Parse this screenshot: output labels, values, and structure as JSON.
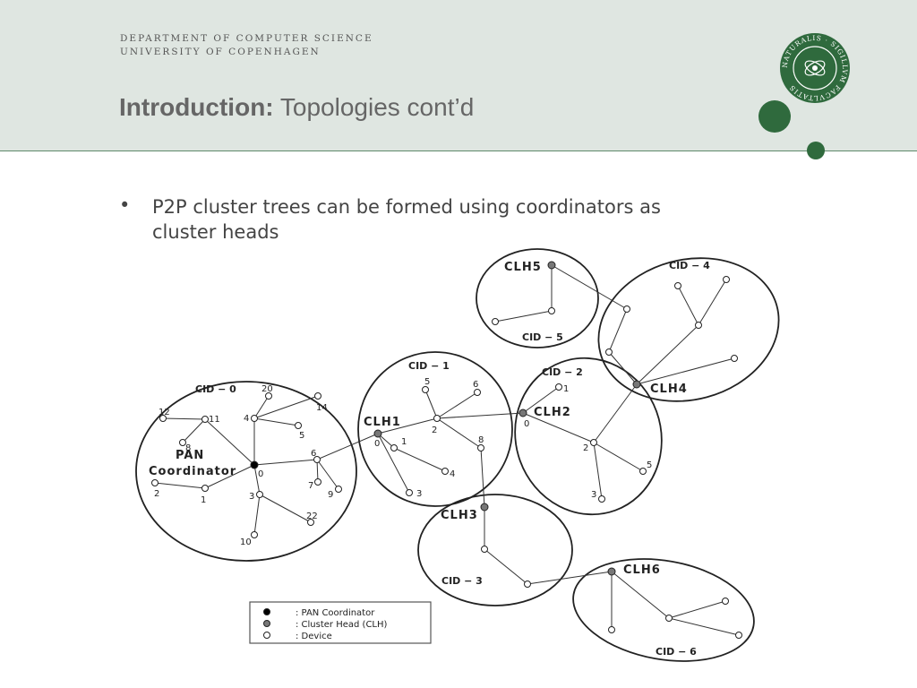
{
  "header": {
    "dept_line1": "DEPARTMENT OF COMPUTER SCIENCE",
    "dept_line2": "UNIVERSITY OF COPENHAGEN",
    "title_bold": "Introduction:",
    "title_rest": "Topologies cont’d",
    "seal_text": "NATURALIS · SIGILLVM FACVLTATIS"
  },
  "bullet": {
    "marker": "•",
    "text": "P2P cluster trees can be formed using coordinators as cluster heads"
  },
  "diagram": {
    "clusters": {
      "c0": "CID − 0",
      "c1": "CID − 1",
      "c2": "CID − 2",
      "c3": "CID − 3",
      "c4": "CID − 4",
      "c5": "CID − 5",
      "c6": "CID − 6"
    },
    "heads": {
      "pan": "PAN",
      "pan2": "Coordinator",
      "clh1": "CLH1",
      "clh2": "CLH2",
      "clh3": "CLH3",
      "clh4": "CLH4",
      "clh5": "CLH5",
      "clh6": "CLH6"
    },
    "legend": {
      "pan": ": PAN Coordinator",
      "clh": ": Cluster Head (CLH)",
      "device": ": Device"
    },
    "node_labels": {
      "a20": "20",
      "a14": "14",
      "a12": "12",
      "a11": "11",
      "a4": "4",
      "a5": "5",
      "a8": "8",
      "a0": "0",
      "a6": "6",
      "a2": "2",
      "a1": "1",
      "a3": "3",
      "a7": "7",
      "a9": "9",
      "a22": "22",
      "a10": "10",
      "b5": "5",
      "b6": "6",
      "b0": "0",
      "b1": "1",
      "b2": "2",
      "b8": "8",
      "b4": "4",
      "b3": "3",
      "c1": "1",
      "c0": "0",
      "c2": "2",
      "c5": "5",
      "c3": "3"
    }
  }
}
